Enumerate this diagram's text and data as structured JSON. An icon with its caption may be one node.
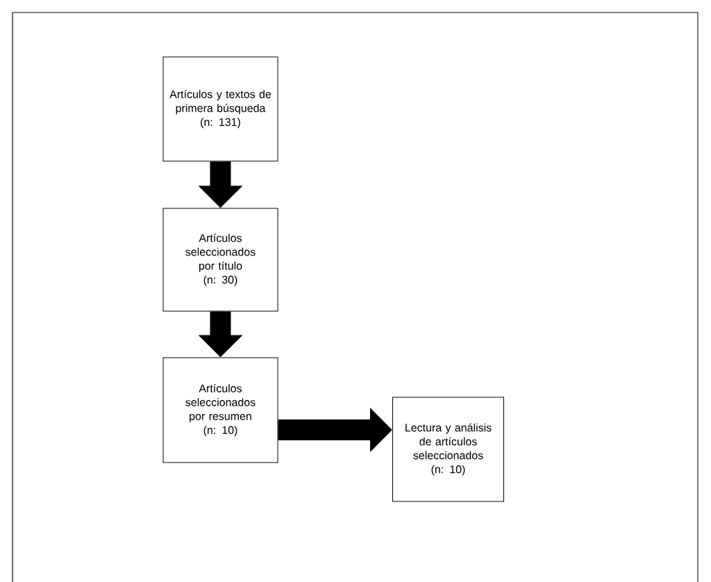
{
  "diagram": {
    "nodes": [
      {
        "text": [
          "Artículos y textos de primera búsqueda",
          "(n: 131)"
        ]
      },
      {
        "text": [
          "Artículos seleccionados por título",
          "(n: 30)"
        ]
      },
      {
        "text": [
          "Artículos seleccionados por resumen",
          "(n: 10)"
        ]
      },
      {
        "text": [
          "Lectura y análisis de artículos seleccionados",
          "(n: 10)"
        ]
      }
    ],
    "edges": [
      {
        "from": 0,
        "to": 1,
        "arrow": "to"
      },
      {
        "from": 1,
        "to": 2,
        "arrow": "to"
      },
      {
        "from": 2,
        "to": 3,
        "arrow": "to"
      }
    ]
  }
}
